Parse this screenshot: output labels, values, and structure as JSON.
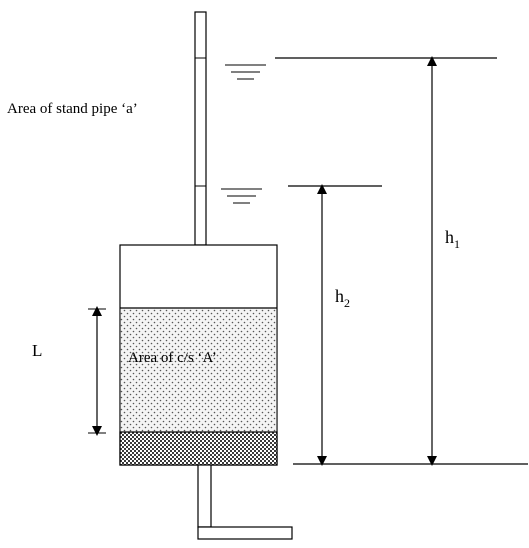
{
  "labels": {
    "standpipe_area": "Area of stand pipe ‘a’",
    "cross_section_area": "Area of c/s ‘A’",
    "length": "L",
    "head_1_base": "h",
    "head_1_sub": "1",
    "head_2_base": "h",
    "head_2_sub": "2"
  },
  "colors": {
    "line": "#000000",
    "soil_fill": "#f4f4f4",
    "soil_dots": "#555555",
    "filter": "#3a3a3a"
  }
}
